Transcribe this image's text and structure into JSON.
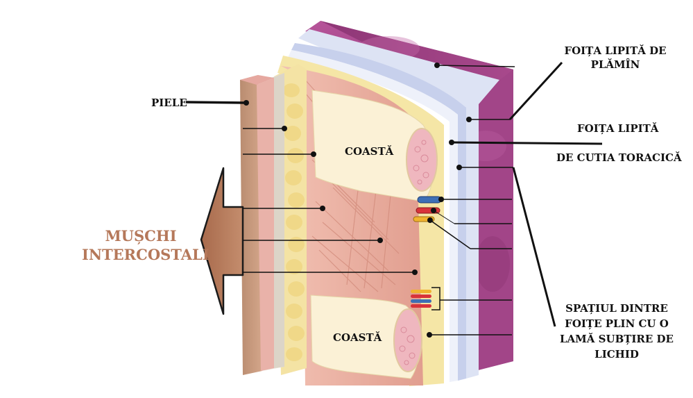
{
  "labels": {
    "skin": "PIELE",
    "intercostal_muscles_line1": "MUȘCHI",
    "intercostal_muscles_line2": "INTERCOSTALI",
    "rib_top": "COASTĂ",
    "rib_bottom": "COASTĂ",
    "visceral_pleura_line1": "FOIȚA LIPITĂ DE",
    "visceral_pleura_line2": "PLĂMÎN",
    "parietal_pleura_line1": "FOIȚA LIPITĂ",
    "parietal_pleura_line2": "DE CUTIA TORACICĂ",
    "pleural_space_line1": "SPAȚIUL DINTRE",
    "pleural_space_line2": "FOIȚE PLIN CU O",
    "pleural_space_line3": "LAMĂ SUBȚIRE DE",
    "pleural_space_line4": "LICHID"
  },
  "colors": {
    "muscles_label": "#b5785a",
    "arrow_fill": "#b57a5a",
    "lung": "#9c3f80",
    "skin": "#c99a7e",
    "dermis": "#e8b0a8",
    "fat": "#f3e2a8",
    "rib": "#fbf1d6",
    "muscle": "#eab3a4",
    "pleura": "#c9d2ec"
  }
}
